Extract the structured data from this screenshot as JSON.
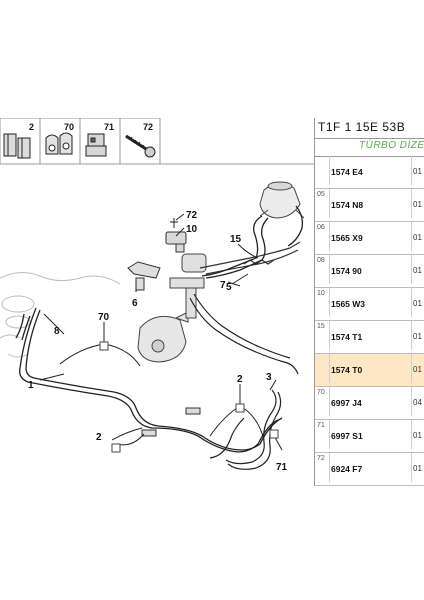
{
  "panel": {
    "code": "T1F 1 15E 53B",
    "subtitle": "TÜRBO DİZE",
    "rows": [
      {
        "index": "",
        "ref": "1574 E4",
        "qty": "01",
        "selected": false
      },
      {
        "index": "05",
        "ref": "1574 N8",
        "qty": "01",
        "selected": false
      },
      {
        "index": "06",
        "ref": "1565 X9",
        "qty": "01",
        "selected": false
      },
      {
        "index": "08",
        "ref": "1574 90",
        "qty": "01",
        "selected": false
      },
      {
        "index": "10",
        "ref": "1565 W3",
        "qty": "01",
        "selected": false
      },
      {
        "index": "15",
        "ref": "1574 T1",
        "qty": "01",
        "selected": false
      },
      {
        "index": "",
        "ref": "1574 T0",
        "qty": "01",
        "selected": true
      },
      {
        "index": "70",
        "ref": "6997 J4",
        "qty": "04",
        "selected": false
      },
      {
        "index": "71",
        "ref": "6997 S1",
        "qty": "01",
        "selected": false
      },
      {
        "index": "72",
        "ref": "6924 F7",
        "qty": "01",
        "selected": false
      }
    ]
  },
  "legend_boxes": [
    {
      "label": "2"
    },
    {
      "label": "70"
    },
    {
      "label": "71"
    },
    {
      "label": "72"
    }
  ],
  "callouts": {
    "c72": "72",
    "c10": "10",
    "c15": "15",
    "c7": "7",
    "c5": "5",
    "c6": "6",
    "c70": "70",
    "c8": "8",
    "c1": "1",
    "c2a": "2",
    "c3": "3",
    "c2b": "2",
    "c71": "71"
  }
}
